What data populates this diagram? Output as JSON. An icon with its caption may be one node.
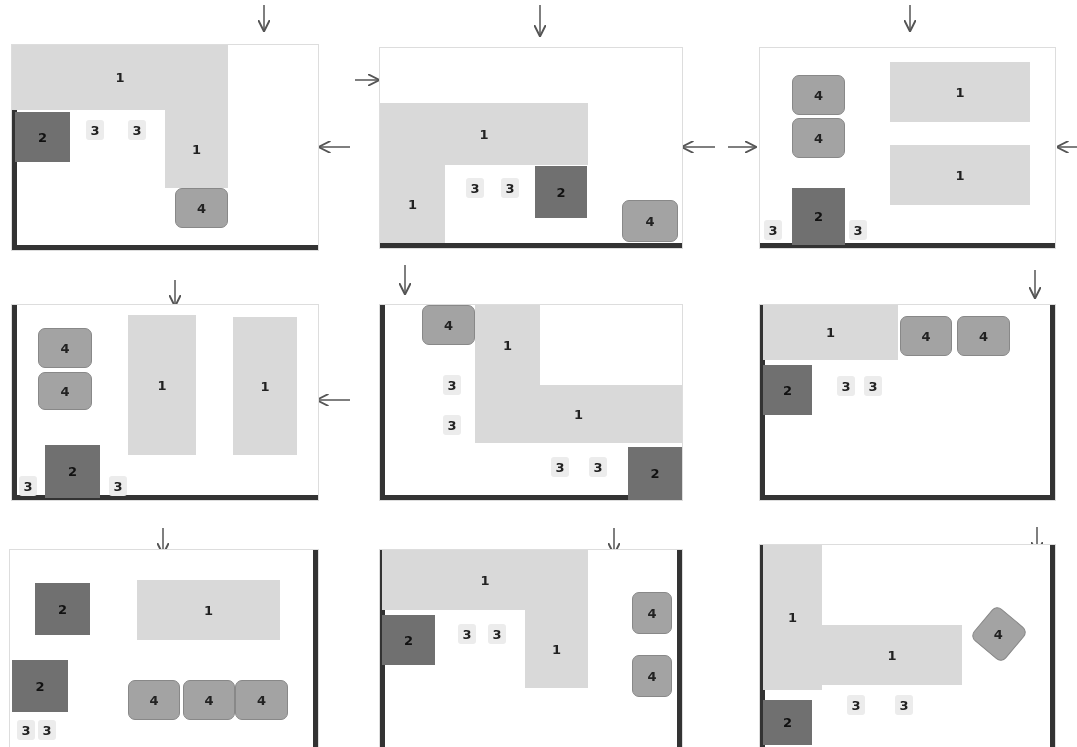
{
  "diagram": {
    "nodes": [
      {
        "text": [],
        "shape": "box"
      },
      {
        "text": [
          "1"
        ],
        "in": 0
      },
      {
        "text": [
          "1"
        ],
        "in": 0
      },
      {
        "text": [
          "2"
        ],
        "in": 0
      },
      {
        "text": [
          "3"
        ],
        "in": 0
      },
      {
        "text": [
          "3"
        ],
        "in": 0
      },
      {
        "text": [
          "4"
        ],
        "in": 0
      },
      {
        "text": [],
        "shape": "box"
      },
      {
        "text": [
          "1"
        ],
        "in": 7
      },
      {
        "text": [
          "1"
        ],
        "in": 7
      },
      {
        "text": [
          "3"
        ],
        "in": 7
      },
      {
        "text": [
          "3"
        ],
        "in": 7
      },
      {
        "text": [
          "2"
        ],
        "in": 7
      },
      {
        "text": [
          "4"
        ],
        "in": 7
      },
      {
        "text": [],
        "shape": "box"
      },
      {
        "text": [
          "4"
        ],
        "in": 14
      },
      {
        "text": [
          "4"
        ],
        "in": 14
      },
      {
        "text": [
          "1"
        ],
        "in": 14
      },
      {
        "text": [
          "1"
        ],
        "in": 14
      },
      {
        "text": [
          "3"
        ],
        "in": 14
      },
      {
        "text": [
          "2"
        ],
        "in": 14
      },
      {
        "text": [
          "3"
        ],
        "in": 14
      },
      {
        "text": [],
        "shape": "box"
      },
      {
        "text": [
          "4"
        ],
        "in": 22
      },
      {
        "text": [
          "4"
        ],
        "in": 22
      },
      {
        "text": [
          "1"
        ],
        "in": 22
      },
      {
        "text": [
          "1"
        ],
        "in": 22
      },
      {
        "text": [
          "3"
        ],
        "in": 22
      },
      {
        "text": [
          "2"
        ],
        "in": 22
      },
      {
        "text": [
          "3"
        ],
        "in": 22
      },
      {
        "text": [],
        "shape": "box"
      },
      {
        "text": [
          "4"
        ],
        "in": 30
      },
      {
        "text": [
          "1"
        ],
        "in": 30
      },
      {
        "text": [
          "3"
        ],
        "in": 30
      },
      {
        "text": [
          "1"
        ],
        "in": 30
      },
      {
        "text": [
          "3"
        ],
        "in": 30
      },
      {
        "text": [
          "3"
        ],
        "in": 30
      },
      {
        "text": [
          "3"
        ],
        "in": 30
      },
      {
        "text": [
          "2"
        ],
        "in": 30
      },
      {
        "text": [],
        "shape": "box"
      },
      {
        "text": [
          "1"
        ],
        "in": 39
      },
      {
        "text": [
          "4"
        ],
        "in": 39
      },
      {
        "text": [
          "4"
        ],
        "in": 39
      },
      {
        "text": [
          "2"
        ],
        "in": 39
      },
      {
        "text": [
          "3"
        ],
        "in": 39
      },
      {
        "text": [
          "3"
        ],
        "in": 39
      },
      {
        "text": [],
        "shape": "box"
      },
      {
        "text": [
          "2"
        ],
        "in": 46
      },
      {
        "text": [
          "1"
        ],
        "in": 46
      },
      {
        "text": [
          "2"
        ],
        "in": 46
      },
      {
        "text": [
          "4"
        ],
        "in": 46
      },
      {
        "text": [
          "4"
        ],
        "in": 46
      },
      {
        "text": [
          "4"
        ],
        "in": 46
      },
      {
        "text": [
          "3"
        ],
        "in": 46
      },
      {
        "text": [
          "3"
        ],
        "in": 46
      },
      {
        "text": [],
        "shape": "box"
      },
      {
        "text": [
          "1"
        ],
        "in": 55
      },
      {
        "text": [
          "4"
        ],
        "in": 55
      },
      {
        "text": [
          "1"
        ],
        "in": 55
      },
      {
        "text": [
          "2"
        ],
        "in": 55
      },
      {
        "text": [
          "3"
        ],
        "in": 55
      },
      {
        "text": [
          "3"
        ],
        "in": 55
      },
      {
        "text": [
          "4"
        ],
        "in": 55
      },
      {
        "text": [],
        "shape": "box"
      },
      {
        "text": [
          "1"
        ],
        "in": 63
      },
      {
        "text": [
          "4"
        ],
        "in": 63
      },
      {
        "text": [
          "1"
        ],
        "in": 63
      },
      {
        "text": [
          "2"
        ],
        "in": 63
      },
      {
        "text": [
          "3"
        ],
        "in": 63
      },
      {
        "text": [
          "3"
        ],
        "in": 63
      }
    ]
  }
}
